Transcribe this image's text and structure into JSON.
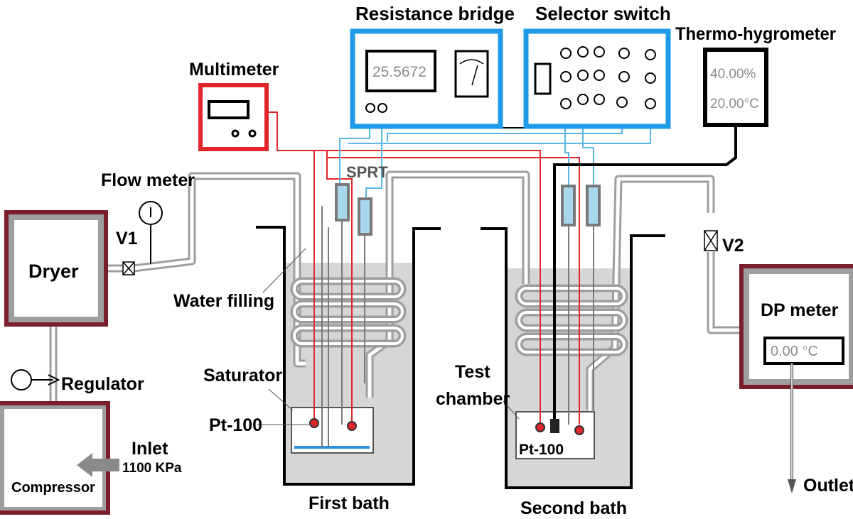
{
  "title": "",
  "components": {
    "resistance_bridge": {
      "label": "Resistance bridge",
      "reading": "25.5672"
    },
    "selector_switch": {
      "label": "Selector switch"
    },
    "thermo_hygrometer": {
      "label": "Thermo-hygrometer",
      "humidity": "40.00%",
      "temperature": "20.00°C"
    },
    "multimeter": {
      "label": "Multimeter"
    },
    "flow_meter": {
      "label": "Flow meter"
    },
    "valve_v1": {
      "label": "V1"
    },
    "valve_v2": {
      "label": "V2"
    },
    "dryer": {
      "label": "Dryer"
    },
    "regulator": {
      "label": "Regulator"
    },
    "compressor": {
      "label": "Compressor"
    },
    "inlet": {
      "label": "Inlet",
      "pressure": "1100 KPa"
    },
    "water_filling": {
      "label": "Water filling"
    },
    "sprt": {
      "label": "SPRT"
    },
    "saturator": {
      "label": "Saturator"
    },
    "pt100_first": {
      "label": "Pt-100"
    },
    "first_bath": {
      "label": "First bath"
    },
    "test_chamber": {
      "label_line1": "Test",
      "label_line2": "chamber"
    },
    "pt100_second": {
      "label": "Pt-100"
    },
    "second_bath": {
      "label": "Second bath"
    },
    "dp_meter": {
      "label": "DP meter",
      "reading": "0.00 °C"
    },
    "outlet": {
      "label": "Outlet"
    }
  },
  "colors": {
    "instrument_blue": "#1e9be8",
    "multimeter_red": "#e0262a",
    "vessel_maroon": "#7a1f2a",
    "vessel_gray": "#9e9e9e",
    "water_gray": "#d6d6d6",
    "signal_wire_blue": "#5ab7e6",
    "sensor_red": "#e0262a",
    "probe_fill": "#a9d8ee",
    "water_line": "#2a8fdc",
    "arrow_gray": "#8a8a8a"
  }
}
